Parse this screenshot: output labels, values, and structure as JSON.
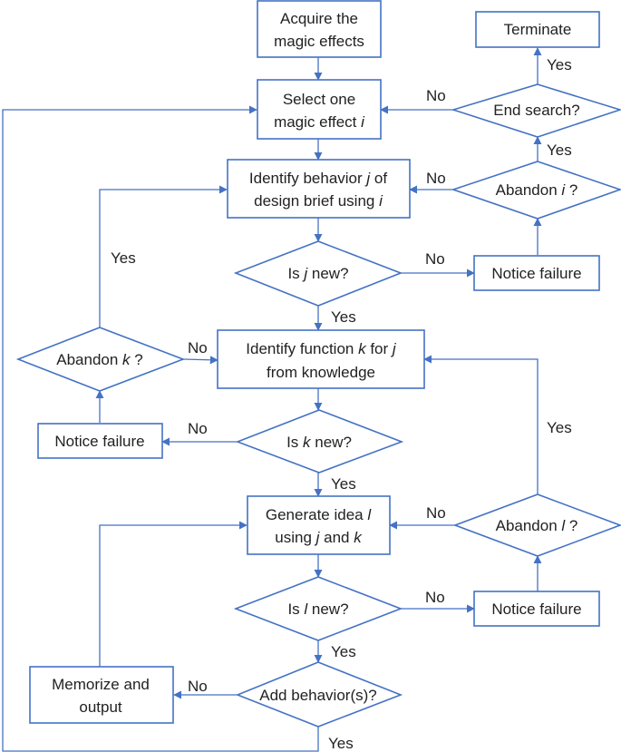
{
  "colors": {
    "stroke": "#4472c4",
    "text": "#222222",
    "background": "#ffffff"
  },
  "nodes": {
    "acquire": [
      "Acquire the",
      "magic effects"
    ],
    "select": [
      "Select one",
      "magic effect ",
      "i"
    ],
    "identify_behavior": [
      "Identify behavior ",
      "j",
      " of",
      "design brief using ",
      "i"
    ],
    "is_j_new": [
      "Is ",
      "j",
      " new?"
    ],
    "identify_function": [
      "Identify function ",
      "k",
      " for ",
      "j",
      "from knowledge"
    ],
    "is_k_new": [
      "Is ",
      "k",
      " new?"
    ],
    "generate_idea": [
      "Generate idea ",
      "l",
      "using ",
      "j",
      " and ",
      "k"
    ],
    "is_l_new": [
      "Is ",
      "l",
      " new?"
    ],
    "add_behaviors": "Add behavior(s)?",
    "memorize": [
      "Memorize and",
      "output"
    ],
    "terminate": "Terminate",
    "end_search": "End search?",
    "abandon_i": [
      "Abandon ",
      "i",
      " ?"
    ],
    "notice_failure_1": "Notice failure",
    "abandon_k": [
      "Abandon ",
      "k",
      " ?"
    ],
    "notice_failure_2": "Notice failure",
    "abandon_l": [
      "Abandon ",
      "l",
      " ?"
    ],
    "notice_failure_3": "Notice failure"
  },
  "labels": {
    "yes_terminate": "Yes",
    "no_end_search": "No",
    "yes_abandon_i": "Yes",
    "no_abandon_i": "No",
    "no_is_j": "No",
    "yes_is_j": "Yes",
    "yes_abandon_k": "Yes",
    "no_abandon_k": "No",
    "no_is_k": "No",
    "yes_is_k": "Yes",
    "yes_abandon_l": "Yes",
    "no_abandon_l": "No",
    "no_is_l": "No",
    "yes_is_l": "Yes",
    "no_add": "No",
    "yes_add": "Yes"
  }
}
